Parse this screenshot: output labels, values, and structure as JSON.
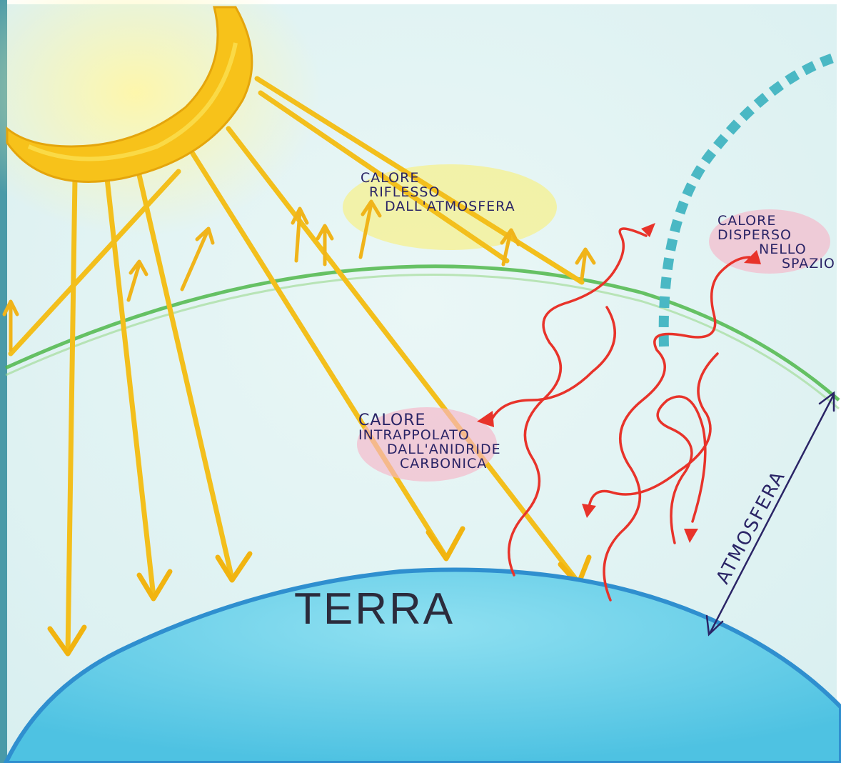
{
  "labels": {
    "reflected": [
      "CALORE",
      "RIFLESSO",
      "DALL'ATMOSFERA"
    ],
    "dispersed": [
      "CALORE",
      "DISPERSO",
      "NELLO",
      "SPAZIO"
    ],
    "trapped": [
      "CALORE",
      "INTRAPPOLATO",
      "DALL'ANIDRIDE",
      "CARBONICA"
    ],
    "earth": "TERRA",
    "atmosphere": "ATMOSFERA"
  },
  "colors": {
    "sky": "#e3f4f3",
    "sun": "#f7c21a",
    "sun_rays": "#f3bf1c",
    "earth": "#6fd0e8",
    "earth_outline": "#2f8fcf",
    "atmosphere_line": "#4fb74a",
    "space_boundary": "#4ab8c4",
    "heat_waves": "#e8332a",
    "label_highlight_yellow": "#fbee6a",
    "label_highlight_pink": "#f6b6c8",
    "atmosphere_arrow": "#2a2466"
  }
}
